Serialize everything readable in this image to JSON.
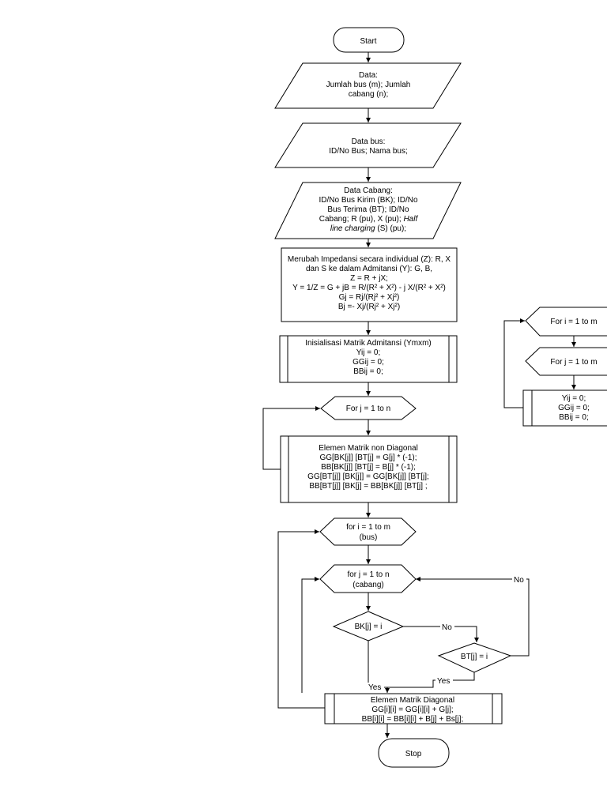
{
  "start": "Start",
  "stop": "Stop",
  "data1": {
    "l1": "Data:",
    "l2": "Jumlah bus (m); Jumlah",
    "l3": "cabang (n);"
  },
  "data2": {
    "l1": "Data bus:",
    "l2": "ID/No Bus; Nama bus;"
  },
  "data3": {
    "l1": "Data Cabang:",
    "l2": "ID/No Bus Kirim (BK); ID/No",
    "l3": "Bus Terima (BT); ID/No",
    "l4a": "Cabang; R (pu), X (pu); ",
    "l4b": "Half",
    "l5a": "line charging",
    "l5b": " (S) (pu);"
  },
  "convert": {
    "l1": "Merubah Impedansi secara individual (Z): R, X",
    "l2": "dan S ke dalam Admitansi (Y): G, B,",
    "l3": "Z = R + jX;",
    "l4": "Y = 1/Z = G + jB = R/(R² + X²) - j  X/(R² + X²)",
    "l5": "Gj = Rj/(Rj² + Xj²)",
    "l6": "Bj =- Xj/(Rj² + Xj²)"
  },
  "init": {
    "l1": "Inisialisasi Matrik Admitansi (Ymxm)",
    "l2": "Yij = 0;",
    "l3": "GGij = 0;",
    "l4": "BBij = 0;"
  },
  "loop_j1": "For j = 1 to n",
  "offdiag": {
    "l1": "Elemen Matrik non Diagonal",
    "l2": "GG[BK[j]] [BT[j] = G[j] * (-1);",
    "l3": "BB[BK[j]] [BT[j] = B[j] * (-1);",
    "l4": "GG[BT[j]] [BK[j]] = GG[BK[j]] [BT[j];",
    "l5": "BB[BT[j]] [BK[j] = BB[BK[j]] [BT[j] ;"
  },
  "loop_i": {
    "l1": "for i = 1 to m",
    "l2": "(bus)"
  },
  "loop_j2": {
    "l1": "for j = 1 to n",
    "l2": "(cabang)"
  },
  "dec_bk": "BK[j] = i",
  "dec_bt": "BT[j] = i",
  "label_no1": "No",
  "label_no2": "No",
  "label_yes1": "Yes",
  "label_yes2": "Yes",
  "diag": {
    "l1": "Elemen Matrik Diagonal",
    "l2": "GG[i][i] = GG[i][i]  + G[j];",
    "l3": "BB[i][i] = BB[i][i]  + B[j] + Bs[j];"
  },
  "side": {
    "loop_i": "For i = 1 to m",
    "loop_j": "For j = 1 to m",
    "l1": "Yij = 0;",
    "l2": "GGij = 0;",
    "l3": "BBij = 0;"
  }
}
